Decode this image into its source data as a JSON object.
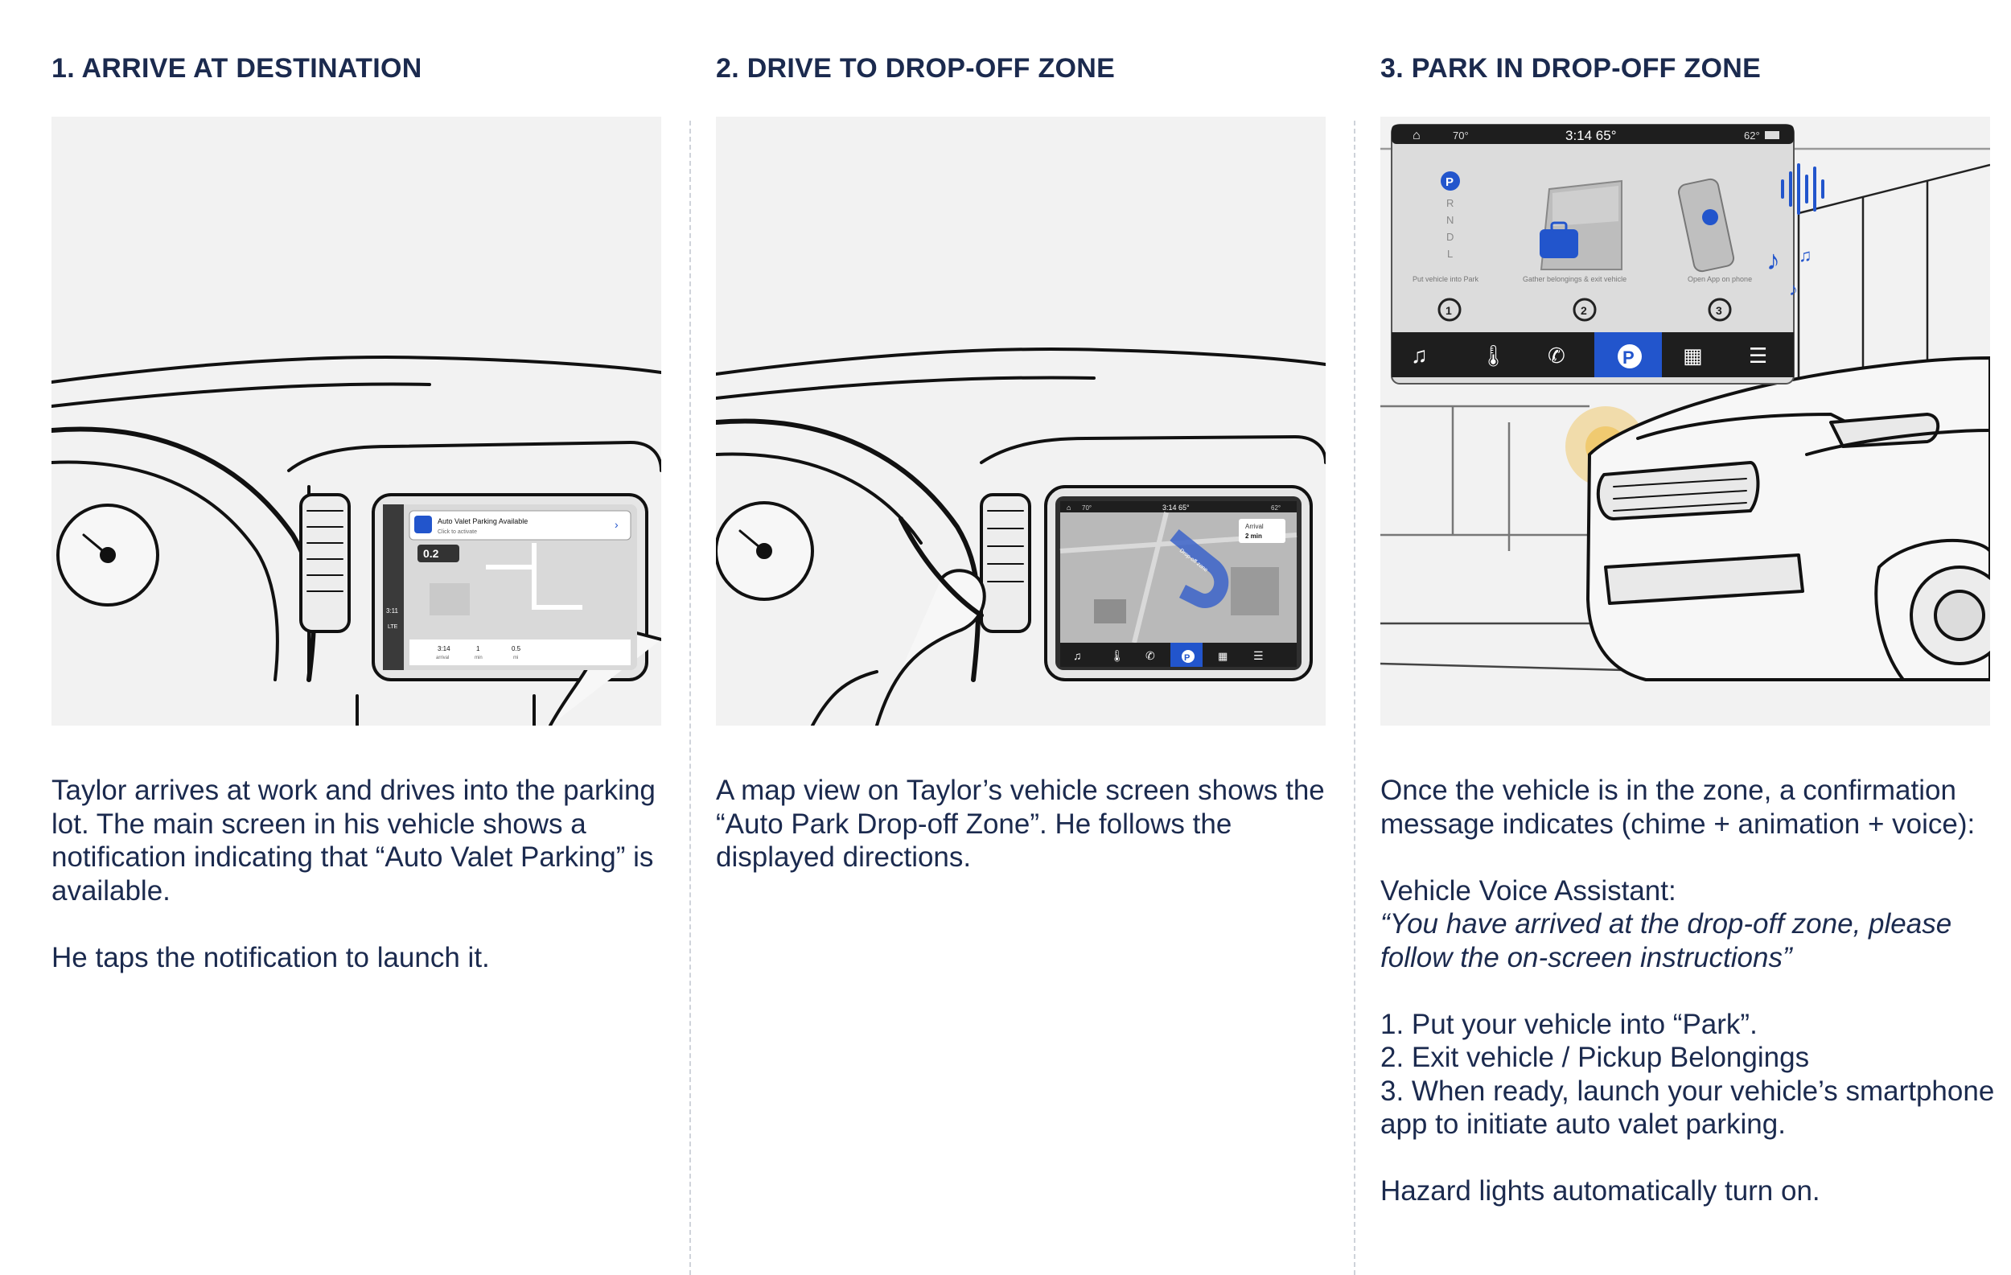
{
  "columns": [
    {
      "title": "1. ARRIVE AT DESTINATION",
      "paragraphs": [
        "Taylor arrives at work and drives into the parking lot. The main screen in his vehicle shows a notification indicating that “Auto Valet Parking” is available.",
        "He taps the notification to launch it."
      ],
      "screen": {
        "notification_title": "Auto Valet Parking Available",
        "notification_subtitle": "Click to activate",
        "distance": "0.2",
        "time": "3:11",
        "network": "LTE",
        "stats": [
          {
            "value": "3:14",
            "label": "arrival"
          },
          {
            "value": "1",
            "label": "min"
          },
          {
            "value": "0.5",
            "label": "mi"
          }
        ]
      }
    },
    {
      "title": "2. DRIVE TO DROP-OFF ZONE",
      "paragraphs": [
        "A map view on Taylor’s vehicle screen shows the “Auto Park Drop-off Zone”. He follows the displayed directions."
      ],
      "screen": {
        "temp_left": "70°",
        "clock": "3:14  65°",
        "temp_right": "62°",
        "arrival_label": "Arrival",
        "arrival_value": "2 min",
        "zone_label": "Drop-off zone"
      }
    },
    {
      "title": "3. PARK IN DROP-OFF ZONE",
      "paragraphs": [
        "Once the vehicle is in the zone, a confirmation message indicates (chime + animation + voice):",
        "Vehicle Voice Assistant:"
      ],
      "quote": "“You have arrived at the drop-off zone, please follow the on-screen instructions”",
      "steps": [
        "1. Put your vehicle into “Park”.",
        "2. Exit vehicle / Pickup Belongings",
        "3. When ready, launch your vehicle’s smartphone app to initiate auto valet parking."
      ],
      "footer": "Hazard lights automatically turn on.",
      "screen": {
        "temp_left": "70°",
        "clock": "3:14  65°",
        "temp_right": "62°",
        "gears": [
          "P",
          "R",
          "N",
          "D",
          "L"
        ],
        "instructions": [
          {
            "number": "1",
            "label": "Put vehicle into Park"
          },
          {
            "number": "2",
            "label": "Gather belongings & exit vehicle"
          },
          {
            "number": "3",
            "label": "Open App on phone"
          }
        ]
      }
    }
  ],
  "colors": {
    "heading": "#1b2a4e",
    "accent": "#2255cc",
    "panel_bg": "#f2f2f2",
    "hazard": "#f0b429"
  },
  "icons": [
    "home-icon",
    "music-icon",
    "thermometer-icon",
    "phone-icon",
    "auto-park-icon",
    "grid-icon",
    "sliders-icon",
    "briefcase-icon",
    "phone-device-icon",
    "voice-wave-icon",
    "music-note-icon"
  ]
}
